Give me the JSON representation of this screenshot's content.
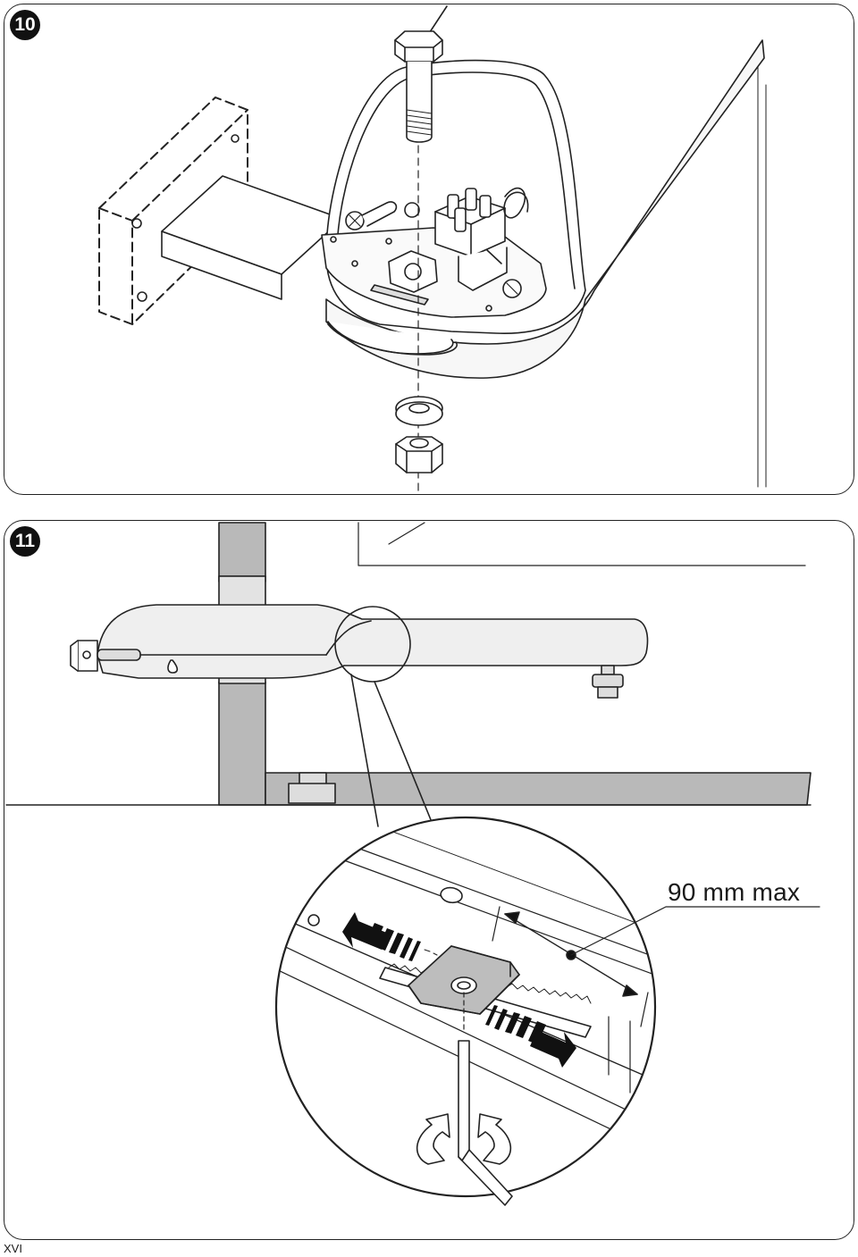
{
  "figures": [
    {
      "number": "10"
    },
    {
      "number": "11",
      "measurement_label": "90 mm max"
    }
  ],
  "page_number": "XVI",
  "colors": {
    "outline": "#222222",
    "steel_grey": "#b9b9b9",
    "body_fill": "#efefef",
    "ink": "#111111"
  },
  "icons": [
    "bolt",
    "washer",
    "nut",
    "terminal-block",
    "hex-key",
    "rotation-arrows",
    "direction-arrows"
  ]
}
